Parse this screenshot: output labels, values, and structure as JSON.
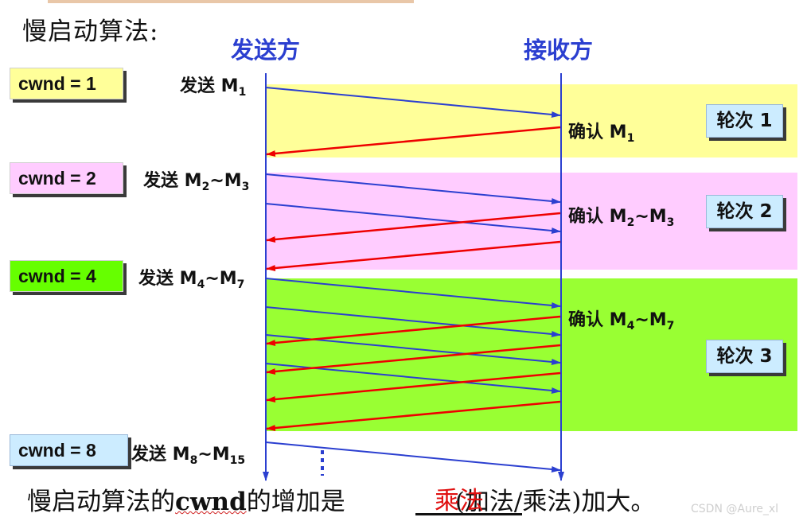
{
  "title": "慢启动算法:",
  "lanes": {
    "sender": "发送方",
    "receiver": "接收方"
  },
  "cwnd_labels": [
    "cwnd = 1",
    "cwnd = 2",
    "cwnd = 4",
    "cwnd = 8"
  ],
  "rounds": [
    "轮次 1",
    "轮次 2",
    "轮次 3"
  ],
  "send_labels": [
    {
      "prefix": "发送 M",
      "from": "1",
      "to": ""
    },
    {
      "prefix": "发送 M",
      "from": "2",
      "to": "3"
    },
    {
      "prefix": "发送 M",
      "from": "4",
      "to": "7"
    },
    {
      "prefix": "发送 M",
      "from": "8",
      "to": "15"
    }
  ],
  "ack_labels": [
    {
      "prefix": "确认 M",
      "from": "1",
      "to": ""
    },
    {
      "prefix": "确认 M",
      "from": "2",
      "to": "3"
    },
    {
      "prefix": "确认 M",
      "from": "4",
      "to": "7"
    }
  ],
  "bottom_text": {
    "before": "慢启动算法的",
    "cwnd": "cwnd",
    "middle": "的增加是",
    "answer": "乘法",
    "after": "(加法/乘法)加大。"
  },
  "watermark": "CSDN @Aure_xl",
  "colors": {
    "lane": "#2b3fd0",
    "send_arrow": "#2b3fd0",
    "ack_arrow": "#ee0000",
    "round1": "#ffff99",
    "round2": "#ffccff",
    "round3": "#99ff33",
    "answer": "#e01010"
  }
}
